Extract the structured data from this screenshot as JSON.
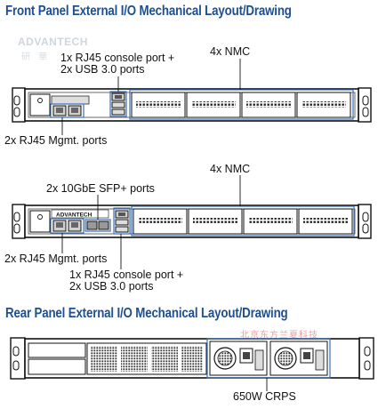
{
  "titles": {
    "front": "Front Panel External I/O Mechanical Layout/Drawing",
    "rear": "Rear Panel External I/O Mechanical Layout/Drawing"
  },
  "watermark": {
    "logo": "ADVANTECH",
    "chinese": "研 華",
    "red_text": "北京东方兰夏科技"
  },
  "device1": {
    "console_label_line1": "1x RJ45 console port +",
    "console_label_line2": "2x USB 3.0 ports",
    "nmc_label": "4x NMC",
    "mgmt_label": "2x RJ45 Mgmt. ports"
  },
  "device2": {
    "sfp_label": "2x 10GbE SFP+ ports",
    "nmc_label": "4x NMC",
    "mgmt_label": "2x RJ45 Mgmt. ports",
    "console_label_line1": "1x RJ45 console port +",
    "console_label_line2": "2x USB 3.0 ports",
    "panel_logo": "ADVANTECH"
  },
  "device3": {
    "psu_label": "650W CRPS"
  },
  "colors": {
    "title": "#1f4f8f",
    "highlight_box": "#3a6fb5"
  }
}
